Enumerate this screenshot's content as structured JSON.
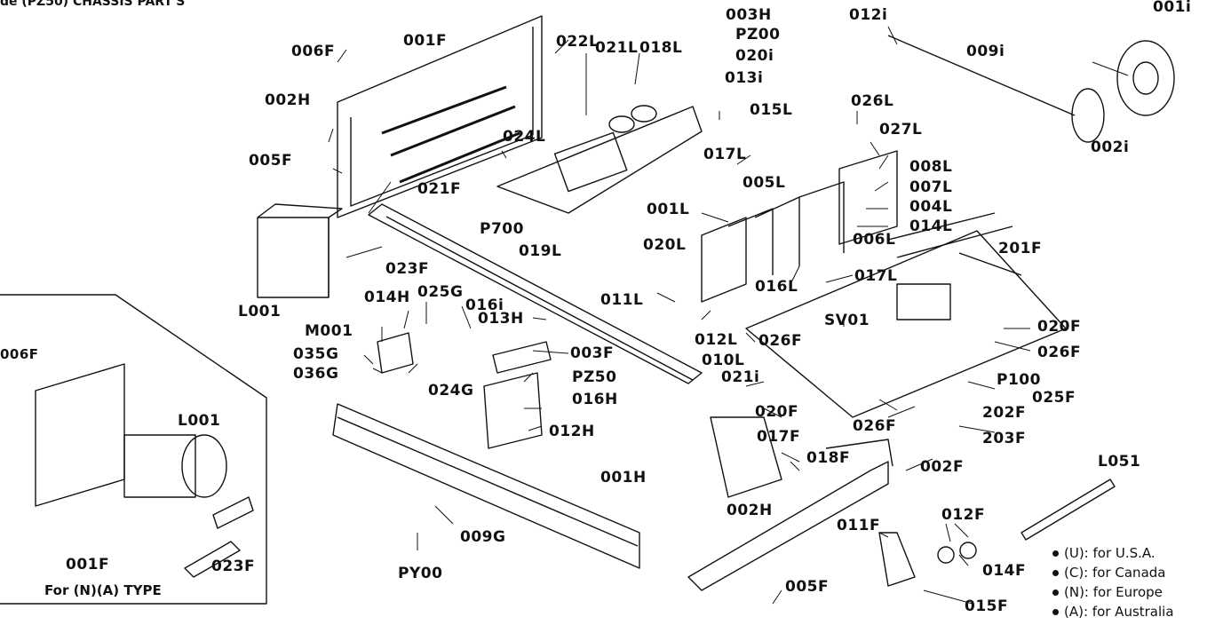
{
  "header": "de (PZ50) CHASSIS PART'S",
  "inset": {
    "caption": "For (N)(A) TYPE"
  },
  "labels": {
    "001i": "001i",
    "012i": "012i",
    "003H": "003H",
    "PZ00": "PZ00",
    "020i": "020i",
    "013i": "013i",
    "009i": "009i",
    "002i": "002i",
    "022L": "022L",
    "021L": "021L",
    "018L": "018L",
    "001F": "001F",
    "006F": "006F",
    "002H": "002H",
    "005F": "005F",
    "024L": "024L",
    "021F": "021F",
    "015L": "015L",
    "017L": "017L",
    "026L": "026L",
    "027L": "027L",
    "008L": "008L",
    "007L": "007L",
    "005L": "005L",
    "004L": "004L",
    "014L": "014L",
    "001L": "001L",
    "P700": "P700",
    "019L": "019L",
    "020L": "020L",
    "006L": "006L",
    "201F": "201F",
    "023F": "023F",
    "L001": "L001",
    "016L": "016L",
    "017L_b": "017L",
    "011L": "011L",
    "016i": "016i",
    "014H": "014H",
    "025G": "025G",
    "M001": "M001",
    "013H": "013H",
    "003F": "003F",
    "012L": "012L",
    "010L": "010L",
    "SV01": "SV01",
    "020F": "020F",
    "026F": "026F",
    "026F_b": "026F",
    "035G": "035G",
    "036G": "036G",
    "024G": "024G",
    "PZ50": "PZ50",
    "016H": "016H",
    "021i": "021i",
    "P100": "P100",
    "025F": "025F",
    "020F_b": "020F",
    "026F_c": "026F",
    "202F": "202F",
    "012H": "012H",
    "017F": "017F",
    "203F": "203F",
    "018F": "018F",
    "002F": "002F",
    "001H": "001H",
    "L051": "L051",
    "002H_b": "002H",
    "011F": "011F",
    "012F": "012F",
    "009G": "009G",
    "PY00": "PY00",
    "005F_b": "005F",
    "014F": "014F",
    "015F": "015F",
    "in_006F": "006F",
    "in_L001": "L001",
    "in_001F": "001F",
    "in_023F": "023F"
  },
  "legend": [
    "(U): for U.S.A.",
    "(C): for Canada",
    "(N): for Europe",
    "(A): for Australia"
  ]
}
